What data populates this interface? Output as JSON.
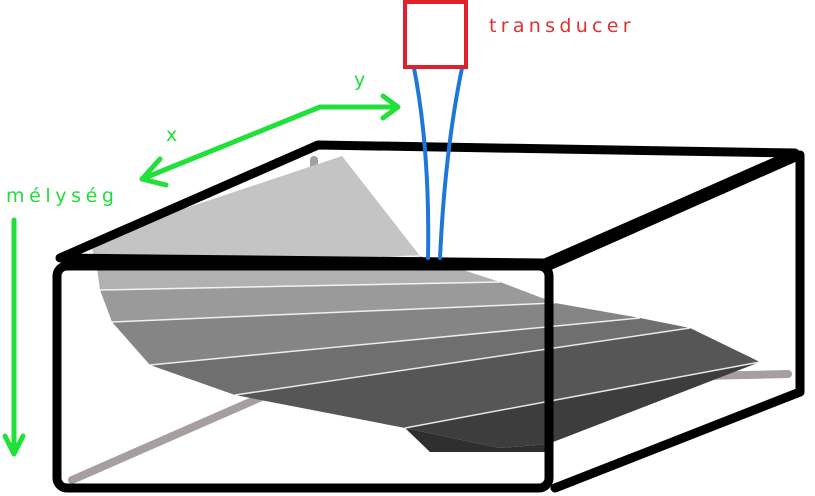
{
  "labels": {
    "transducer": "transducer",
    "y_axis": "y",
    "x_axis": "x",
    "depth_axis": "mélység"
  },
  "colors": {
    "transducer_box": "#e0202a",
    "beam": "#1f78d8",
    "axis": "#22e03a",
    "label_red": "#e03030",
    "label_green": "#22dd3a",
    "tank_outline": "#000000",
    "rod": "#a79f9f",
    "surface_light": "#c9c9c9",
    "surface_dark": "#333333"
  }
}
